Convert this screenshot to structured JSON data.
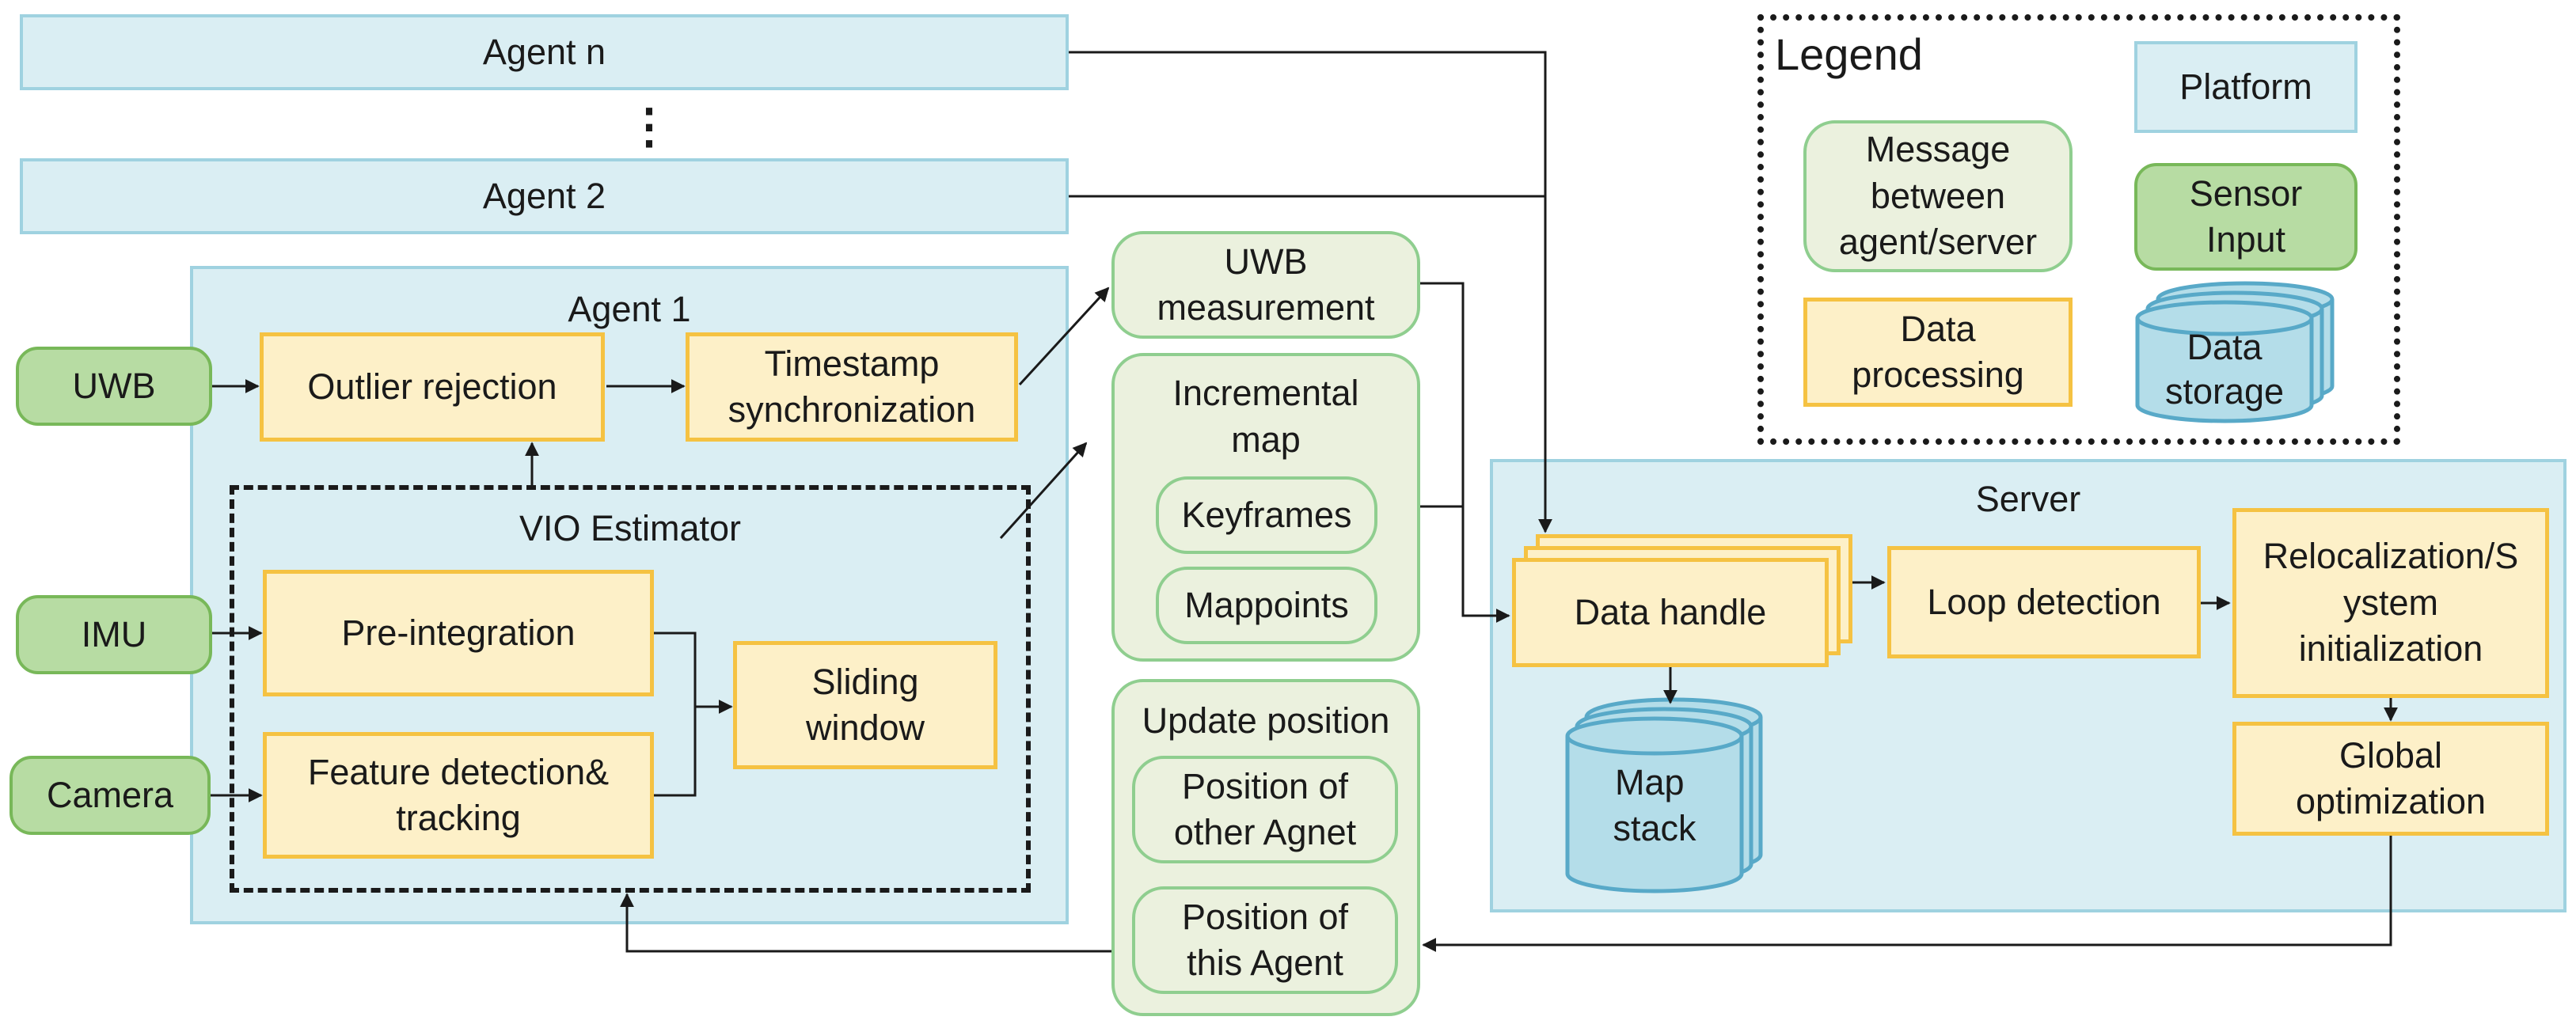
{
  "platforms": {
    "agent_n": "Agent n",
    "ellipsis": "⋮",
    "agent_2": "Agent 2",
    "agent_1": "Agent 1",
    "server": "Server"
  },
  "sensors": {
    "uwb": "UWB",
    "imu": "IMU",
    "camera": "Camera"
  },
  "processing": {
    "outlier_rejection": "Outlier rejection",
    "timestamp_sync": "Timestamp synchronization",
    "preintegration": "Pre-integration",
    "feature_detection": "Feature detection& tracking",
    "sliding_window": "Sliding window",
    "data_handle": "Data handle",
    "loop_detection": "Loop detection",
    "relocalization": "Relocalization/S ystem initialization",
    "global_optimization": "Global optimization"
  },
  "vio_estimator": "VIO Estimator",
  "messages": {
    "uwb_measurement": "UWB measurement",
    "incremental_map": "Incremental map",
    "keyframes": "Keyframes",
    "mappoints": "Mappoints",
    "update_position": "Update position",
    "position_other": "Position of other Agnet",
    "position_this": "Position of this Agent"
  },
  "storage": {
    "map_stack": "Map stack"
  },
  "legend": {
    "title": "Legend",
    "platform": "Platform",
    "message": "Message between agent/server",
    "sensor": "Sensor Input",
    "data_processing": "Data processing",
    "data_storage": "Data storage"
  },
  "colors": {
    "platform_fill": "#daeef3",
    "platform_border": "#9fd2e0",
    "processing_fill": "#fdf0c8",
    "processing_border": "#f5c242",
    "message_fill": "#ebf1de",
    "message_border": "#8fce8f",
    "sensor_fill": "#b7dca3",
    "sensor_border": "#78b859",
    "storage_fill": "#b4dde9",
    "storage_border": "#58a9c8"
  }
}
